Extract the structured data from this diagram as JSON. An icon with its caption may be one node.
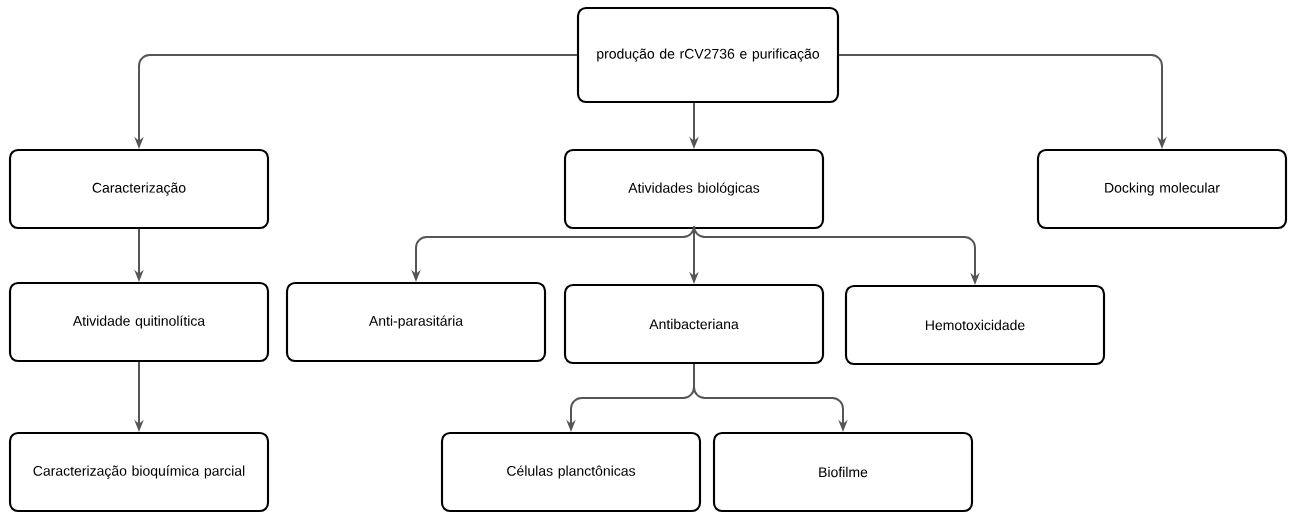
{
  "diagram": {
    "nodes": [
      {
        "text": [
          "produção de rCV2736 e purificação"
        ]
      },
      {
        "text": [
          "Caracterização"
        ]
      },
      {
        "text": [
          "Atividades biológicas"
        ]
      },
      {
        "text": [
          "Docking molecular"
        ]
      },
      {
        "text": [
          "Atividade quitinolítica"
        ]
      },
      {
        "text": [
          "Anti-parasitária"
        ]
      },
      {
        "text": [
          "Antibacteriana"
        ]
      },
      {
        "text": [
          "Hemotoxicidade"
        ]
      },
      {
        "text": [
          "Caracterização bioquímica parcial"
        ]
      },
      {
        "text": [
          "Células planctônicas"
        ]
      },
      {
        "text": [
          "Biofilme"
        ]
      }
    ],
    "edges": [
      {
        "from": 0,
        "to": 1,
        "arrow": "to"
      },
      {
        "from": 0,
        "to": 2,
        "arrow": "to"
      },
      {
        "from": 0,
        "to": 3,
        "arrow": "to"
      },
      {
        "from": 1,
        "to": 4,
        "arrow": "to"
      },
      {
        "from": 4,
        "to": 8,
        "arrow": "to"
      },
      {
        "from": 2,
        "to": 5,
        "arrow": "to"
      },
      {
        "from": 2,
        "to": 6,
        "arrow": "to"
      },
      {
        "from": 2,
        "to": 7,
        "arrow": "to"
      },
      {
        "from": 6,
        "to": 9,
        "arrow": "to"
      },
      {
        "from": 6,
        "to": 10,
        "arrow": "to"
      }
    ]
  }
}
